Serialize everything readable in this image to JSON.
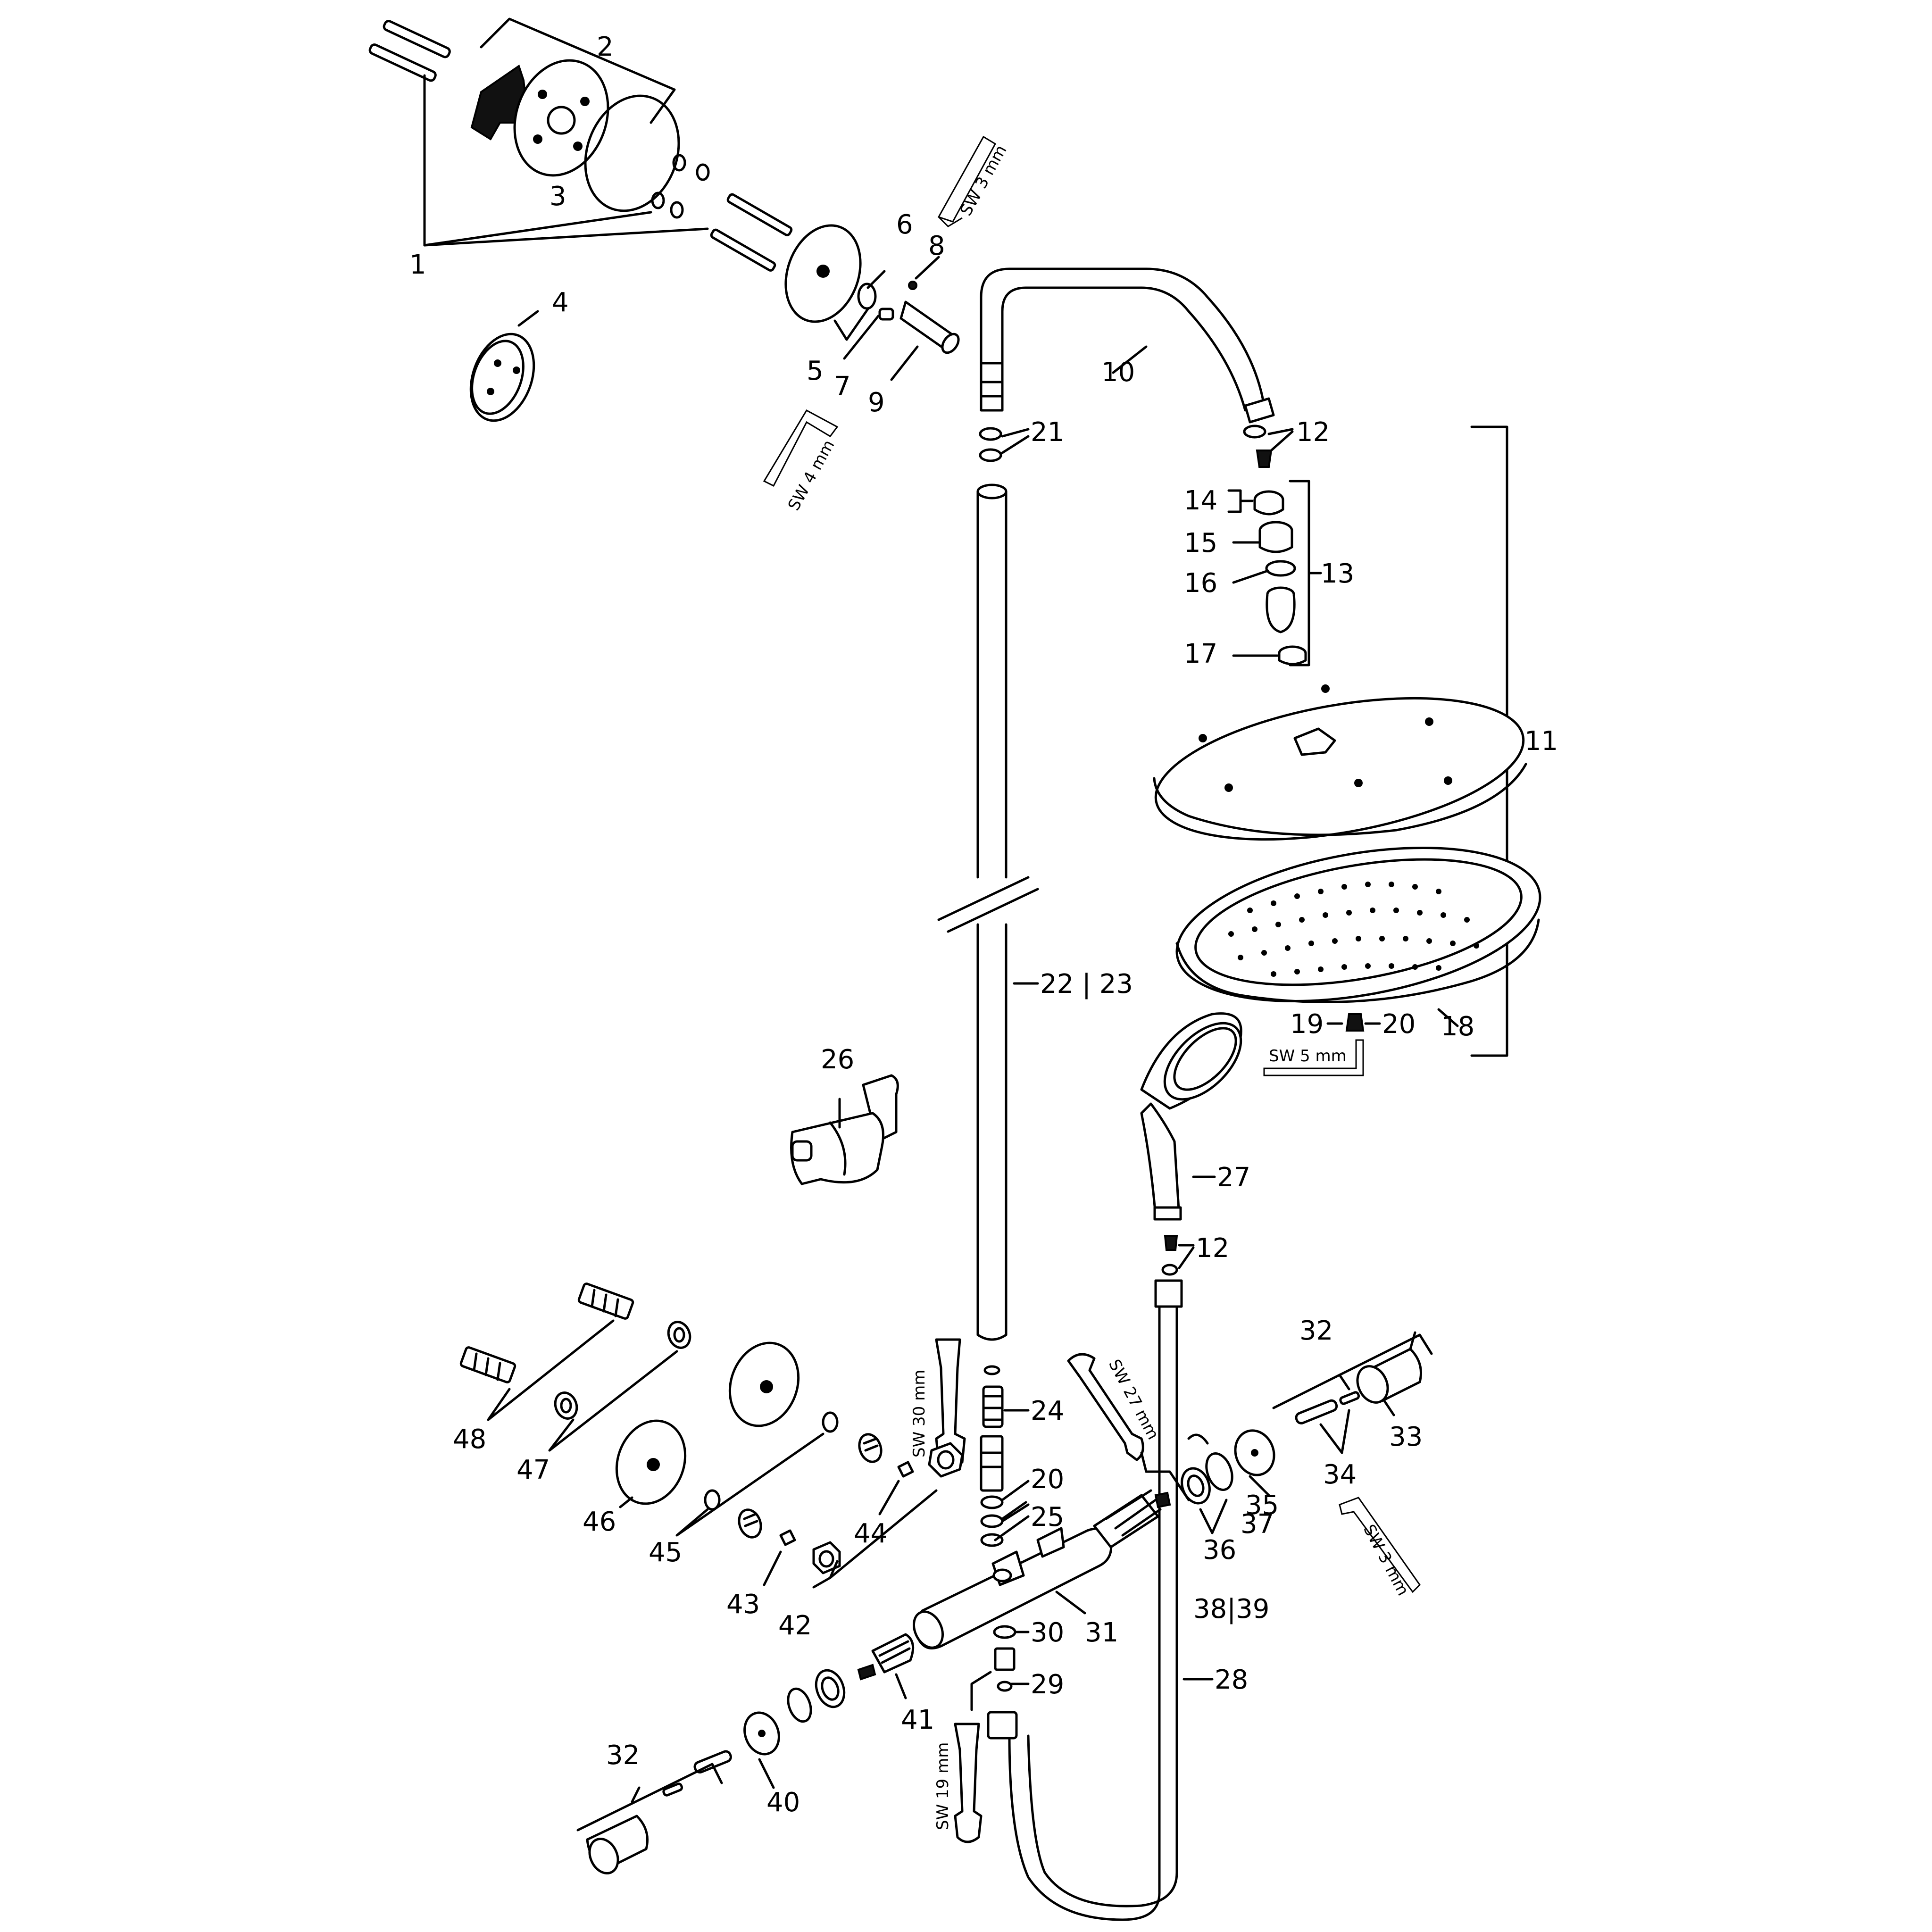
{
  "diagram": {
    "parts": [
      "1",
      "2",
      "3",
      "4",
      "5",
      "6",
      "7",
      "8",
      "9",
      "10",
      "11",
      "12",
      "13",
      "14",
      "15",
      "16",
      "17",
      "18",
      "19",
      "20",
      "21",
      "22 | 23",
      "24",
      "25",
      "26",
      "27",
      "28",
      "29",
      "30",
      "31",
      "32",
      "33",
      "34",
      "35",
      "36",
      "37",
      "38|39",
      "40",
      "41",
      "42",
      "43",
      "44",
      "45",
      "46",
      "47",
      "48"
    ],
    "labels": {
      "p1": "1",
      "p2": "2",
      "p3": "3",
      "p4": "4",
      "p5": "5",
      "p6": "6",
      "p7": "7",
      "p8": "8",
      "p9": "9",
      "p10": "10",
      "p11": "11",
      "p12a": "12",
      "p12b": "12",
      "p13": "13",
      "p14": "14",
      "p15": "15",
      "p16": "16",
      "p17": "17",
      "p18": "18",
      "p19": "19",
      "p20a": "20",
      "p20b": "20",
      "p21": "21",
      "p22_23": "22 | 23",
      "p24": "24",
      "p25": "25",
      "p26": "26",
      "p27": "27",
      "p28": "28",
      "p29": "29",
      "p30": "30",
      "p31": "31",
      "p32a": "32",
      "p32b": "32",
      "p33": "33",
      "p34": "34",
      "p35": "35",
      "p36": "36",
      "p37": "37",
      "p38_39": "38|39",
      "p40": "40",
      "p41": "41",
      "p42": "42",
      "p43": "43",
      "p44": "44",
      "p45": "45",
      "p46": "46",
      "p47": "47",
      "p48": "48"
    },
    "tools": {
      "hex3_top": "SW 3 mm",
      "hex4": "SW 4 mm",
      "hex5": "SW 5 mm",
      "hex3_right": "SW 3 mm",
      "wrench30": "SW 30 mm",
      "wrench27": "SW 27 mm",
      "wrench19": "SW 19 mm"
    }
  }
}
